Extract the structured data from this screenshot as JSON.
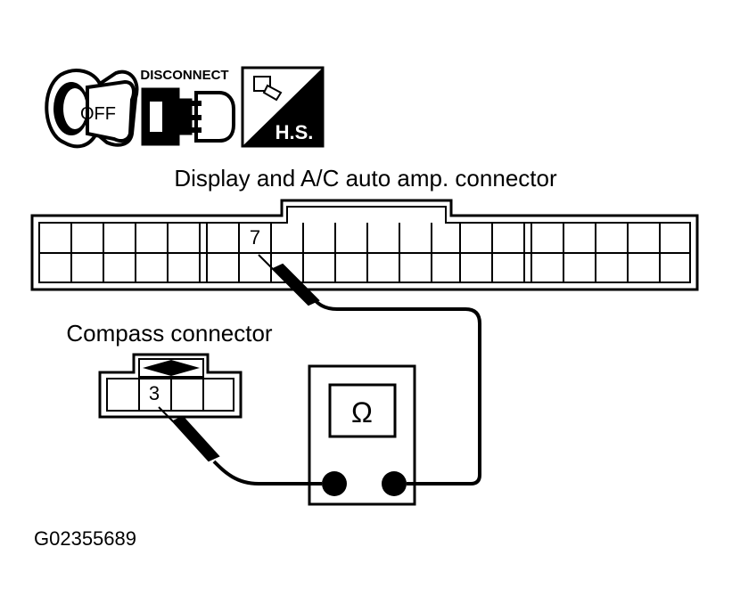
{
  "icons": {
    "ignition_label": "OFF",
    "disconnect_label": "DISCONNECT",
    "hs_label": "H.S."
  },
  "connectors": {
    "display": {
      "label": "Display and A/C auto amp. connector",
      "pin": "7"
    },
    "compass": {
      "label": "Compass connector",
      "pin": "3"
    }
  },
  "meter": {
    "symbol": "Ω"
  },
  "figure_id": "G02355689"
}
